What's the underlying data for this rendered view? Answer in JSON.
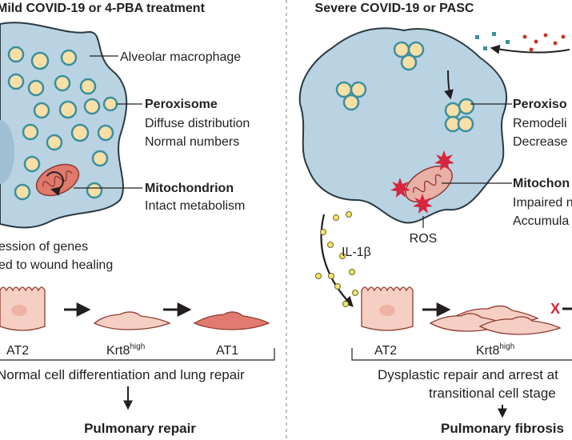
{
  "panels": {
    "left": {
      "header": "Mild COVID-19 or 4-PBA treatment",
      "macrophage_label": "Alveolar macrophage",
      "peroxisome": {
        "title": "Peroxisome",
        "lines": [
          "Diffuse distribution",
          "Normal numbers"
        ]
      },
      "mitochondrion": {
        "title": "Mitochondrion",
        "lines": [
          "Intact metabolism"
        ]
      },
      "genes_lines": [
        "ession of genes",
        "ed to wound healing"
      ],
      "cells": [
        "AT2",
        "Krt8",
        "AT1"
      ],
      "krt8_superscript": "high",
      "outcome_caption": "Normal cell differentiation and lung repair",
      "result": "Pulmonary repair"
    },
    "right": {
      "header": "Severe COVID-19 or PASC",
      "peroxisome": {
        "title": "Peroxiso",
        "lines": [
          "Remodeli",
          "Decrease"
        ]
      },
      "mitochondrion": {
        "title": "Mitochon",
        "lines": [
          "Impaired n",
          "Accumula"
        ]
      },
      "ros_label": "ROS",
      "cytokine_label": "IL-1β",
      "cells": [
        "AT2",
        "Krt8"
      ],
      "krt8_superscript": "high",
      "outcome_caption_lines": [
        "Dysplastic repair and arrest at",
        "transitional cell stage"
      ],
      "result": "Pulmonary fibrosis",
      "block_mark": "X"
    }
  },
  "colors": {
    "macrophage_fill": "#b9d3e2",
    "macrophage_stroke": "#2b3a42",
    "peroxisome_fill": "#f7dfa6",
    "peroxisome_ring": "#3d8fa0",
    "mitochondrion_fill": "#e07a6c",
    "ros_star": "#d7263d",
    "il1b_dot": "#f2e36b",
    "cell_fill": "#f6cfc4",
    "at1_fill": "#e27a6f",
    "divider": "#9a9a9a"
  }
}
